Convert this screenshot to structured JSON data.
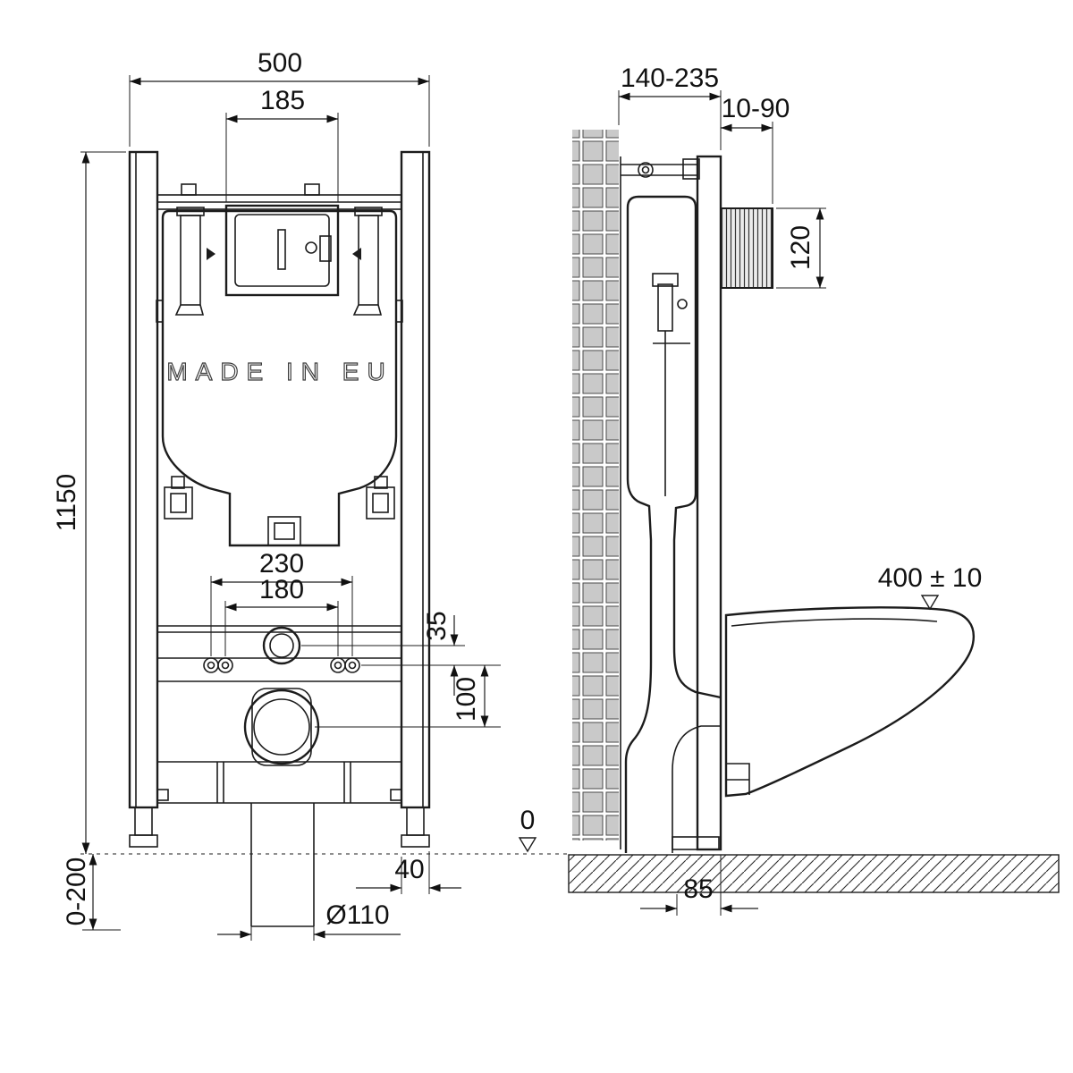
{
  "drawing": {
    "embossed_text": "MADE IN EU",
    "line_color": "#1c1c1c",
    "tile_color": "#c9c9c9",
    "front_view": {
      "overall_width": "500",
      "flush_plate_width": "185",
      "overall_height": "1150",
      "outer_fixing_span": "230",
      "inner_fixing_span": "180",
      "inlet_to_fixings": "35",
      "fixings_to_outlet": "100",
      "leg_adjustment": "0-200",
      "foot_width": "40",
      "outlet_diameter": "Ø110",
      "floor_level": "0"
    },
    "side_view": {
      "frame_depth": "140-235",
      "actuator_depth": "10-90",
      "actuator_height": "120",
      "bowl_rim_height": "400 ± 10",
      "outlet_setback": "85"
    }
  }
}
